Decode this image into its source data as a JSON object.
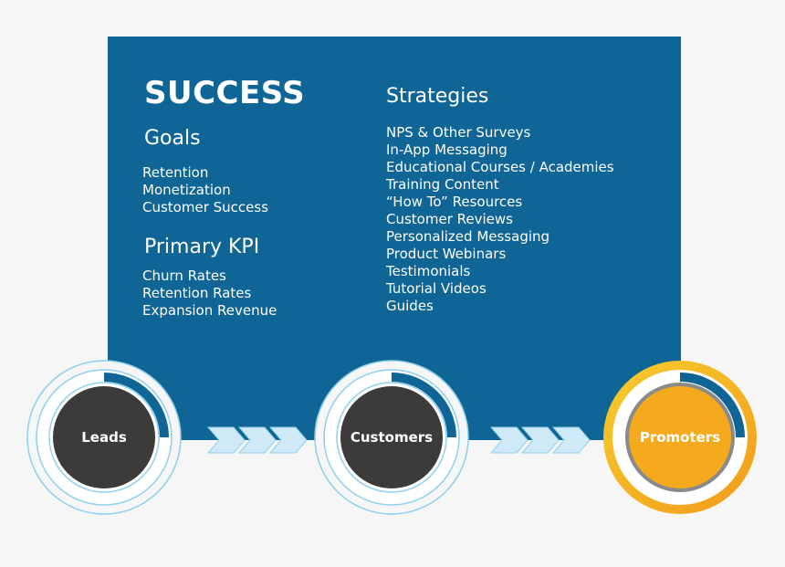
{
  "panel": {
    "title": "SUCCESS",
    "goals": {
      "heading": "Goals",
      "items": [
        "Retention",
        "Monetization",
        "Customer Success"
      ]
    },
    "primary_kpi": {
      "heading": "Primary KPI",
      "items": [
        "Churn Rates",
        "Retention Rates",
        "Expansion Revenue"
      ]
    },
    "strategies": {
      "heading": "Strategies",
      "items": [
        "NPS & Other Surveys",
        "In-App Messaging",
        "Educational Courses / Academies",
        "Training Content",
        "“How To” Resources",
        "Customer Reviews",
        "Personalized Messaging",
        "Product Webinars",
        "Testimonials",
        "Tutorial Videos",
        "Guides"
      ]
    }
  },
  "stages": {
    "leads": "Leads",
    "customers": "Customers",
    "promoters": "Promoters"
  },
  "colors": {
    "background": "#f6f6f6",
    "panel": "#0f6596",
    "ring_light": "#8fd0ee",
    "stage_dark": "#3d3b39",
    "promoter_orange": "#f4aa1c",
    "promoter_gold": "#f6c22a",
    "promoter_inner_ring": "#8a8a88"
  }
}
